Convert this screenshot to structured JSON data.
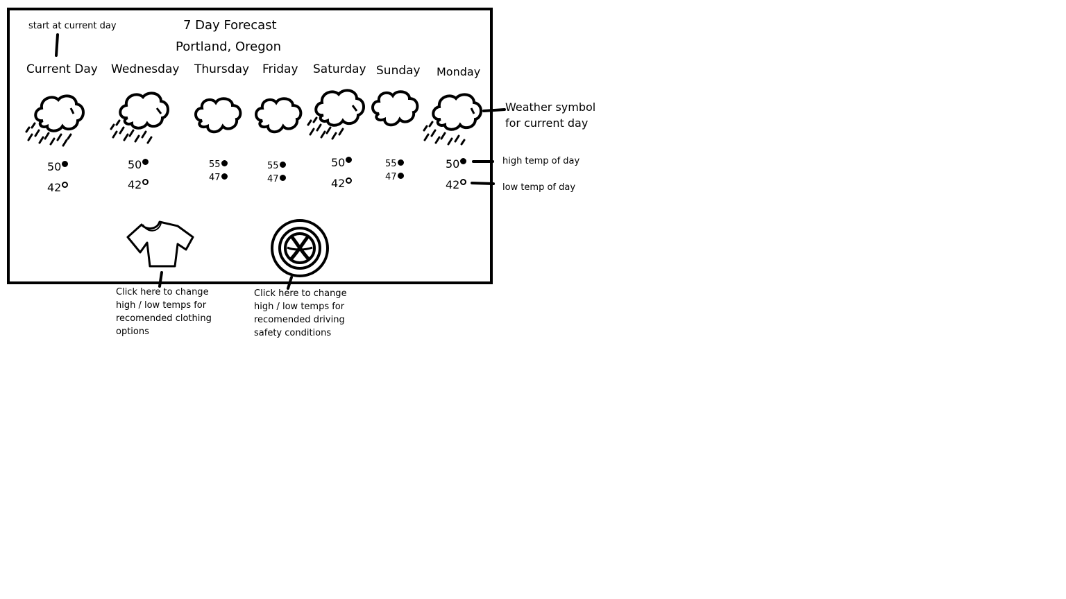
{
  "title": "7 Day Forecast",
  "location": "Portland, Oregon",
  "annotations": {
    "start": "start at current day",
    "symbol_line1": "Weather symbol",
    "symbol_line2": "for current day",
    "high": "high temp of day",
    "low": "low temp of day"
  },
  "days": [
    {
      "name": "Current Day",
      "icon": "rain-cloud-icon",
      "high": "50",
      "low": "42"
    },
    {
      "name": "Wednesday",
      "icon": "rain-cloud-icon",
      "high": "50",
      "low": "42"
    },
    {
      "name": "Thursday",
      "icon": "cloud-icon",
      "high": "55",
      "low": "47"
    },
    {
      "name": "Friday",
      "icon": "cloud-icon",
      "high": "55",
      "low": "47"
    },
    {
      "name": "Saturday",
      "icon": "rain-cloud-icon",
      "high": "50",
      "low": "42"
    },
    {
      "name": "Sunday",
      "icon": "cloud-icon",
      "high": "55",
      "low": "47"
    },
    {
      "name": "Monday",
      "icon": "rain-cloud-icon",
      "high": "50",
      "low": "42"
    }
  ],
  "clothing": {
    "icon": "shirt-icon",
    "lines": [
      "Click here to change",
      "high / low temps for",
      "recomended clothing",
      "options"
    ]
  },
  "driving": {
    "icon": "tire-icon",
    "lines": [
      "Click here to change",
      "high / low temps for",
      "recomended driving",
      "safety conditions"
    ]
  }
}
